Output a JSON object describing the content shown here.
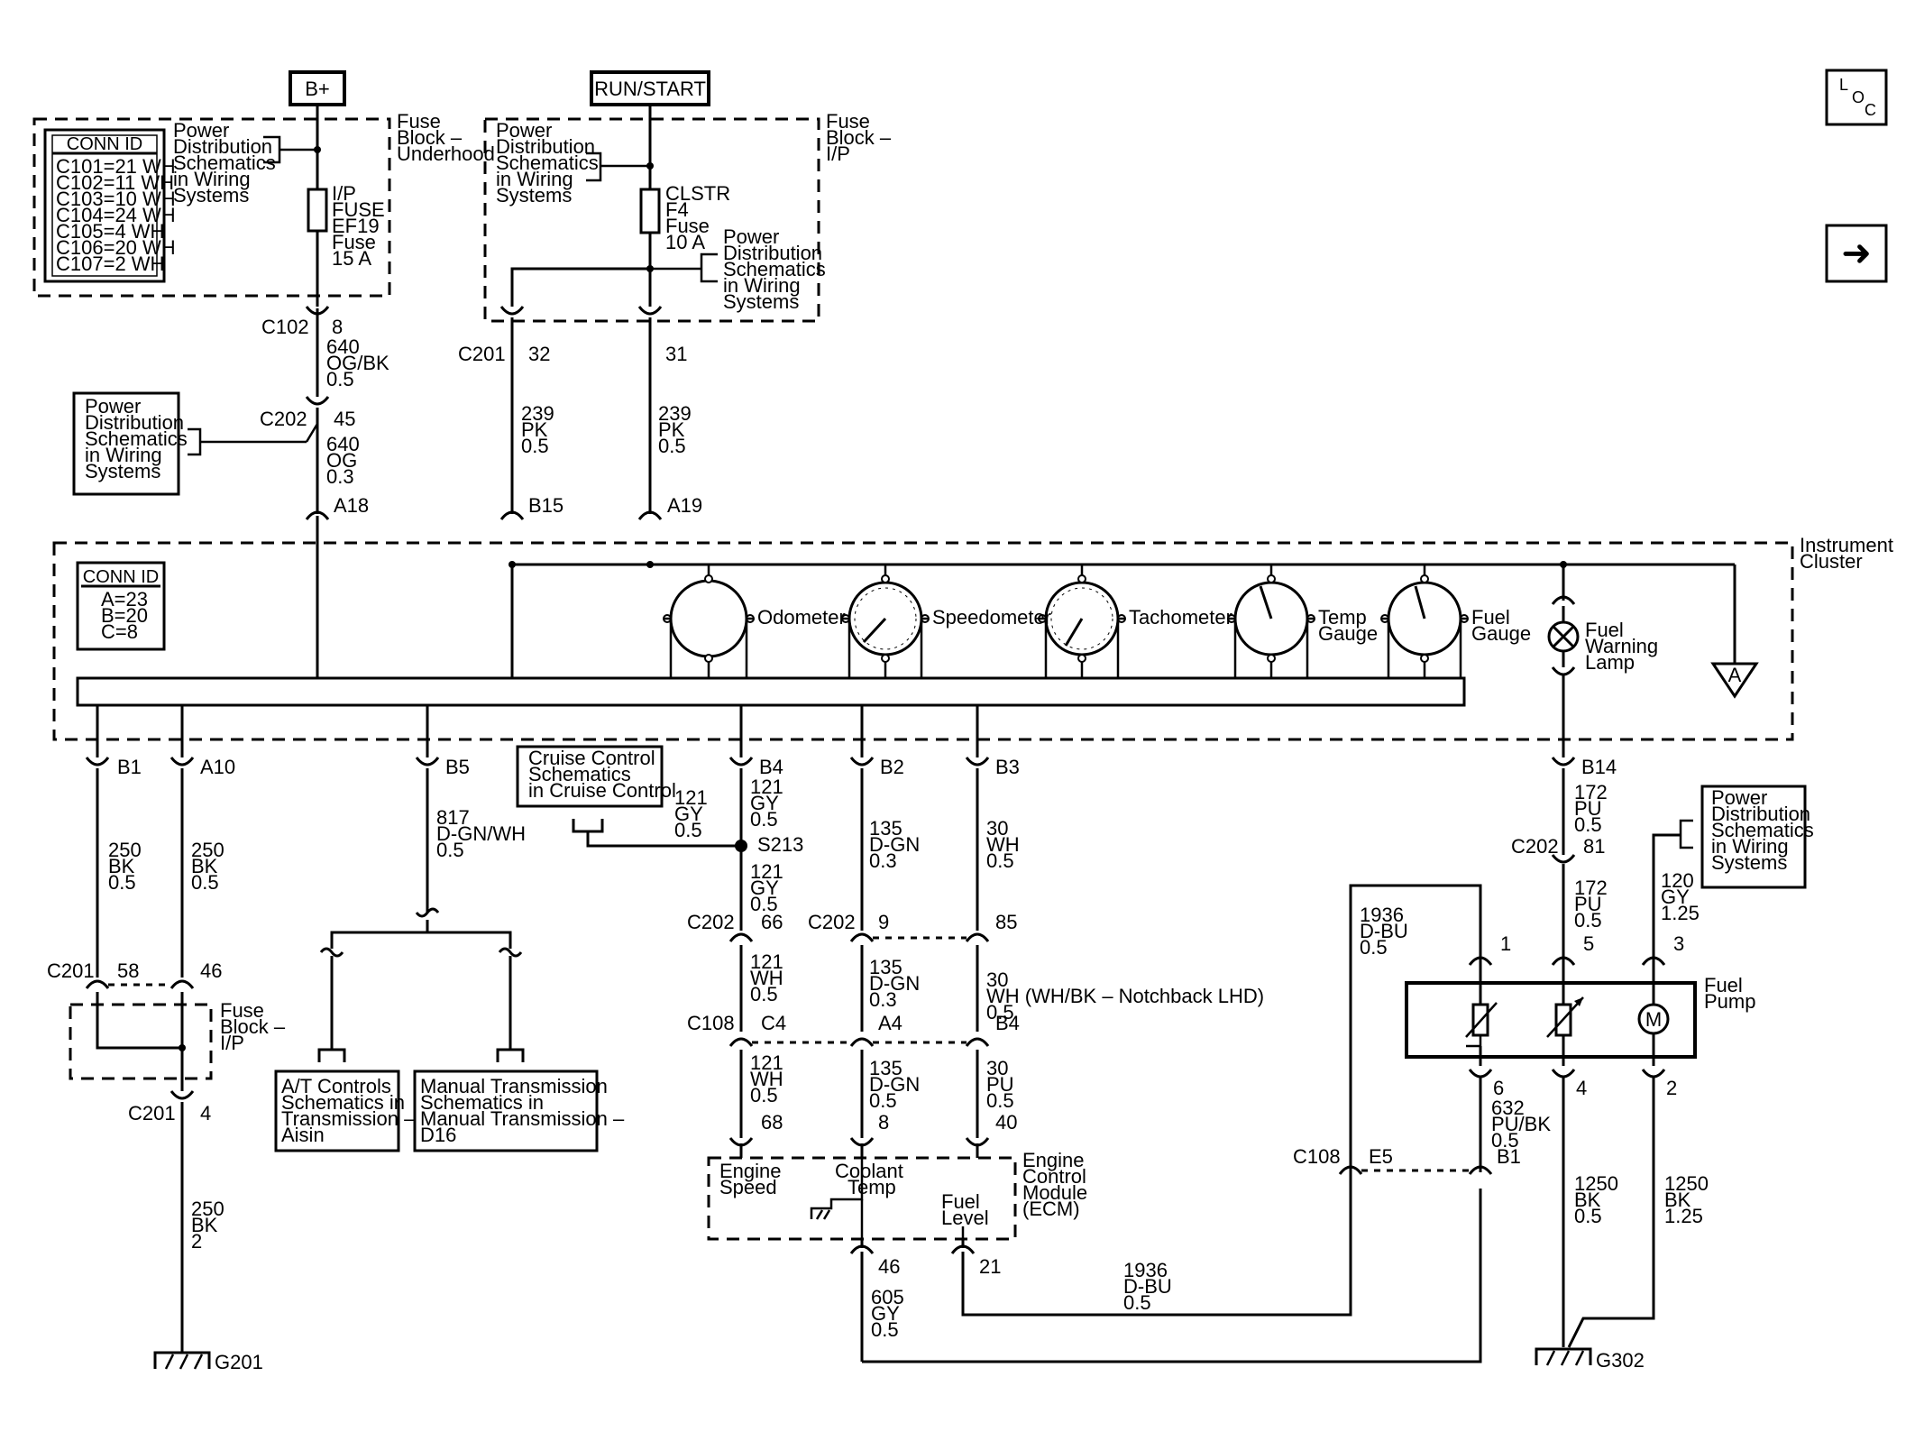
{
  "labels": {
    "bplus": "B+",
    "runstart": "RUN/START",
    "fuseblock_uh": [
      "Fuse",
      "Block –",
      "Underhood"
    ],
    "fuseblock_ip": [
      "Fuse",
      "Block –",
      "I/P"
    ],
    "fuseblock_ip2": [
      "Fuse",
      "Block –",
      "I/P"
    ],
    "pd1": [
      "Power",
      "Distribution",
      "Schematics",
      "in Wiring",
      "Systems"
    ],
    "pd2": [
      "Power",
      "Distribution",
      "Schematics",
      "in Wiring",
      "Systems"
    ],
    "pd3": [
      "Power",
      "Distribution",
      "Schematics",
      "in Wiring",
      "Systems"
    ],
    "pd4": [
      "Power",
      "Distribution",
      "Schematics",
      "in Wiring",
      "Systems"
    ],
    "pd5": [
      "Power",
      "Distribution",
      "Schematics",
      "in Wiring",
      "Systems"
    ],
    "conn1_title": "CONN ID",
    "conn1_rows": [
      "C101=21 WH",
      "C102=11 WH",
      "C103=10 WH",
      "C104=24 WH",
      "C105=4 WH",
      "C106=20 WH",
      "C107=2 WH"
    ],
    "conn2_title": "CONN ID",
    "conn2_rows": [
      "A=23",
      "B=20",
      "C=8"
    ],
    "fuse_ef19": [
      "I/P",
      "FUSE",
      "EF19",
      "Fuse",
      "15 A"
    ],
    "fuse_f4": [
      "CLSTR",
      "F4",
      "Fuse",
      "10 A"
    ],
    "ic": [
      "Instrument",
      "Cluster"
    ],
    "gauges": [
      "Odometer",
      "Speedometer",
      "Tachometer",
      "Temp",
      "Gauge",
      "Fuel",
      "Gauge"
    ],
    "fuel_warning": [
      "Fuel",
      "Warning",
      "Lamp"
    ],
    "cruise": [
      "Cruise Control",
      "Schematics",
      "in Cruise Control"
    ],
    "at_ctrl": [
      "A/T Controls",
      "Schematics in",
      "Transmission –",
      "Aisin"
    ],
    "mt": [
      "Manual Transmission",
      "Schematics in",
      "Manual Transmission –",
      "D16"
    ],
    "ecm": [
      "Engine",
      "Control",
      "Module",
      "(ECM)"
    ],
    "ecm_in": [
      "Engine",
      "Speed",
      "Coolant",
      "Temp",
      "Fuel",
      "Level"
    ],
    "fuel_pump": [
      "Fuel",
      "Pump"
    ],
    "tri": "A",
    "motor": "M",
    "loc": [
      "L",
      "O",
      "C"
    ],
    "arrow": "➜",
    "g201": "G201",
    "g302": "G302",
    "conn": {
      "c102": "C102",
      "c102p": "8",
      "c202a": "C202",
      "c202ap": "45",
      "a18": "A18",
      "c201a": "C201",
      "c201ap": "32",
      "c201bp": "31",
      "b15": "B15",
      "a19": "A19",
      "b1": "B1",
      "a10": "A10",
      "b5": "B5",
      "b4": "B4",
      "b2": "B2",
      "b3": "B3",
      "b14": "B14",
      "s213": "S213",
      "c201c": "C201",
      "c201cp1": "58",
      "c201cp2": "46",
      "c201d": "C201",
      "c201dp": "4",
      "c202b": "C202",
      "c202bp1": "66",
      "c202c": "C202",
      "c202cp": "9",
      "c202cp2": "85",
      "c202d": "C202",
      "c202dp": "81",
      "c108a": "C108",
      "c4": "C4",
      "a4": "A4",
      "b4b": "B4",
      "p68": "68",
      "p8": "8",
      "p40": "40",
      "p46": "46",
      "p21": "21",
      "fp1": "1",
      "fp5": "5",
      "fp3": "3",
      "fp6": "6",
      "fp4": "4",
      "fp2": "2",
      "c108b": "C108",
      "e5": "E5",
      "b1b": "B1"
    },
    "wires": {
      "w640a": [
        "640",
        "OG/BK",
        "0.5"
      ],
      "w640b": [
        "640",
        "OG",
        "0.3"
      ],
      "w239a": [
        "239",
        "PK",
        "0.5"
      ],
      "w239b": [
        "239",
        "PK",
        "0.5"
      ],
      "w250a": [
        "250",
        "BK",
        "0.5"
      ],
      "w250b": [
        "250",
        "BK",
        "0.5"
      ],
      "w250c": [
        "250",
        "BK",
        "2"
      ],
      "w817": [
        "817",
        "D-GN/WH",
        "0.5"
      ],
      "w121a": [
        "121",
        "GY",
        "0.5"
      ],
      "w121b": [
        "121",
        "GY",
        "0.5"
      ],
      "w121c": [
        "121",
        "GY",
        "0.5"
      ],
      "w121d": [
        "121",
        "WH",
        "0.5"
      ],
      "w121e": [
        "121",
        "WH",
        "0.5"
      ],
      "w135a": [
        "135",
        "D-GN",
        "0.3"
      ],
      "w135b": [
        "135",
        "D-GN",
        "0.3"
      ],
      "w135c": [
        "135",
        "D-GN",
        "0.5"
      ],
      "w30a": [
        "30",
        "WH",
        "0.5"
      ],
      "w30b": [
        "30",
        "WH (WH/BK – Notchback LHD)",
        "0.5"
      ],
      "w30c": [
        "30",
        "PU",
        "0.5"
      ],
      "w172a": [
        "172",
        "PU",
        "0.5"
      ],
      "w172b": [
        "172",
        "PU",
        "0.5"
      ],
      "w120": [
        "120",
        "GY",
        "1.25"
      ],
      "w1936a": [
        "1936",
        "D-BU",
        "0.5"
      ],
      "w1936b": [
        "1936",
        "D-BU",
        "0.5"
      ],
      "w632": [
        "632",
        "PU/BK",
        "0.5"
      ],
      "w1250a": [
        "1250",
        "BK",
        "0.5"
      ],
      "w1250b": [
        "1250",
        "BK",
        "1.25"
      ],
      "w605": [
        "605",
        "GY",
        "0.5"
      ]
    }
  }
}
